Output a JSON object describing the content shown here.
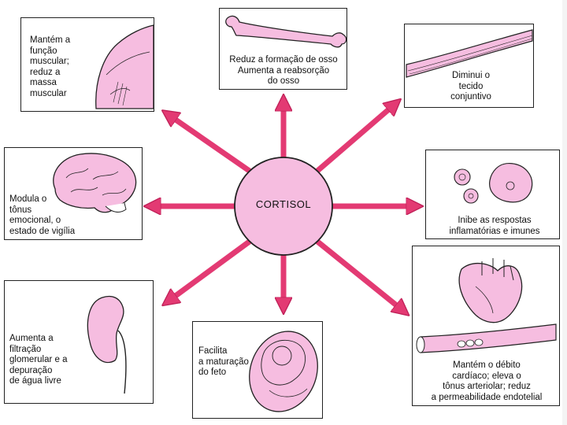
{
  "center": {
    "label": "CORTISOL"
  },
  "effects": {
    "muscle": "Mantém a\nfunção\nmuscular;\nreduz a\nmassa\nmuscular",
    "bone": "Reduz a formação de osso\nAumenta a reabsorção\ndo osso",
    "connective": "Diminui o\ntecido\nconjuntivo",
    "brain": "Modula o\ntônus\nemocional, o\nestado de vigília",
    "immune": "Inibe as respostas\ninflamatórias e imunes",
    "kidney": "Aumenta a\nfiltração\nglomerular e a\ndepuração\nde água livre",
    "fetus": "Facilita\na maturação\ndo feto",
    "cardio": "Mantém o débito\ncardíaco; eleva o\ntônus arteriolar; reduz\na permeabilidade endotelial"
  },
  "colors": {
    "arrow": "#e33a73",
    "organ_fill": "#f6bde0",
    "circle_fill": "#f6bde0",
    "outline": "#222222"
  }
}
